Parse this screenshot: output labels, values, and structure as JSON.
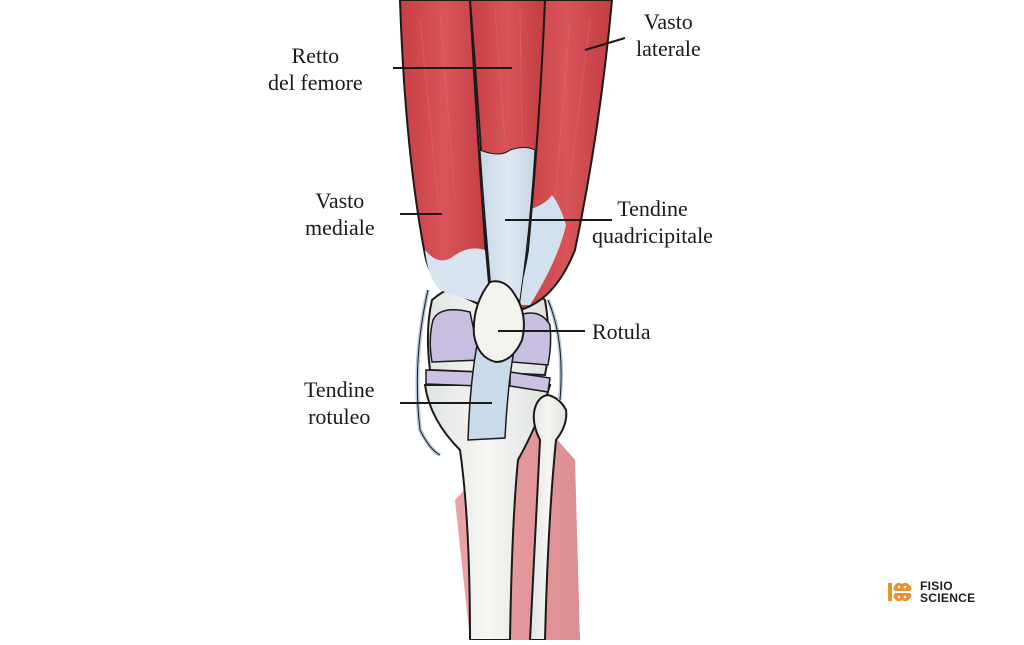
{
  "diagram": {
    "subject": "Anterior view of the knee: quadriceps muscles, quadriceps tendon, patella and patellar tendon",
    "colors": {
      "muscle": "#d44a4f",
      "muscle_dark": "#b8373c",
      "tendon": "#d3e1ee",
      "bone": "#f2f2ee",
      "cartilage": "#c9bfe0",
      "lower_leg_muscle": "#e8a6a8",
      "outline": "#1a1a1a",
      "leader_line": "#1a1a1a"
    },
    "labels": [
      {
        "id": "retto-del-femore",
        "line1": "Retto",
        "line2": "del femore"
      },
      {
        "id": "vasto-laterale",
        "line1": "Vasto",
        "line2": "laterale"
      },
      {
        "id": "vasto-mediale",
        "line1": "Vasto",
        "line2": "mediale"
      },
      {
        "id": "tendine-quadricipitale",
        "line1": "Tendine",
        "line2": "quadricipitale"
      },
      {
        "id": "rotula",
        "line1": "Rotula",
        "line2": ""
      },
      {
        "id": "tendine-rotuleo",
        "line1": "Tendine",
        "line2": "rotuleo"
      }
    ]
  },
  "logo": {
    "line1": "FISIO",
    "line2": "SCIENCE",
    "icon": "brain-knee-icon",
    "color": "#e8912d"
  }
}
